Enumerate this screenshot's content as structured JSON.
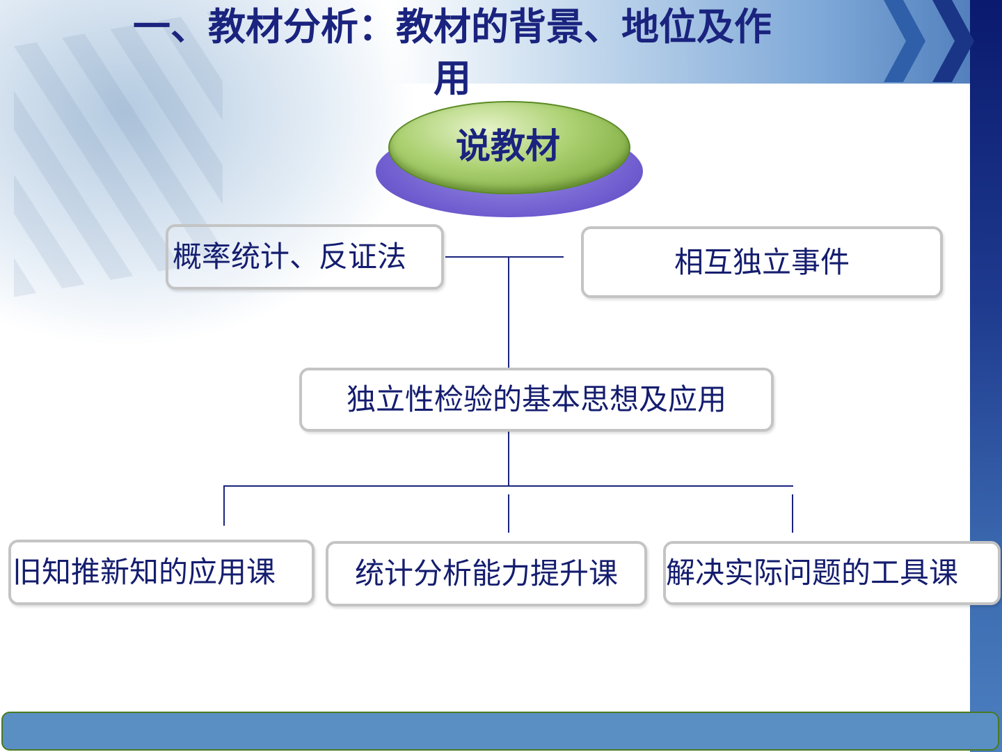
{
  "title": {
    "line1": "一、教材分析：教材的背景、地位及作",
    "line2": "用"
  },
  "hub": {
    "label": "说教材"
  },
  "nodes": {
    "prereq": "概率统计、反证法",
    "concept": "相互独立事件",
    "center": "独立性检验的基本思想及应用",
    "out1": "旧知推新知的应用课",
    "out2": "统计分析能力提升课",
    "out3": "解决实际问题的工具课"
  },
  "colors": {
    "text": "#1a237e",
    "hub_green": "#a9cf6e",
    "hub_purple": "#6f5ccf",
    "bottom_bar": "#5a8fc4"
  }
}
